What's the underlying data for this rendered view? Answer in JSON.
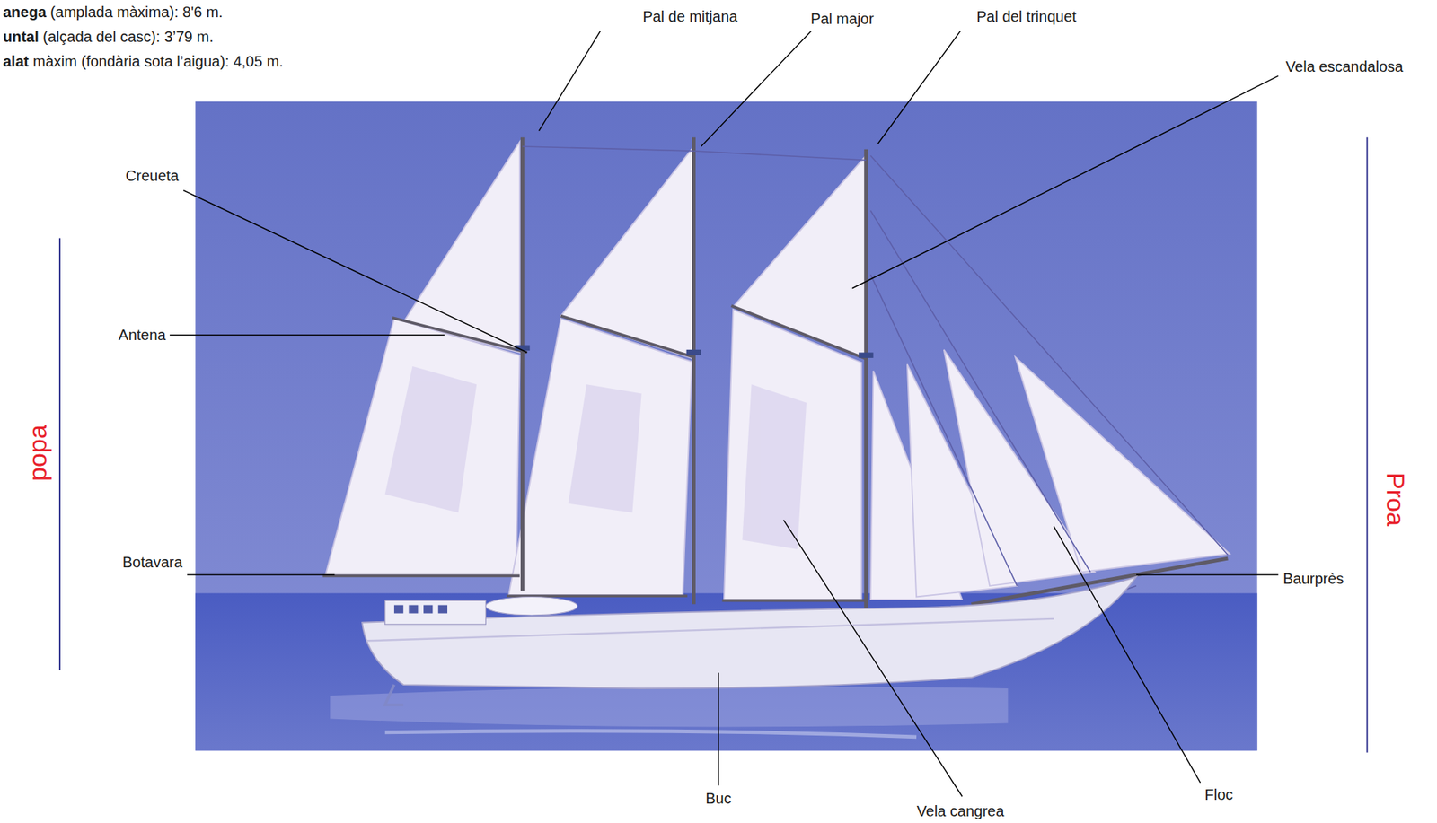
{
  "diagram": {
    "labels": [
      "anega (amplada màxima): 8'6 m.",
      "untal (alçada del casc): 3’79 m.",
      "alat màxim (fondària sota l’aigua): 4,05 m.",
      "Pal de mitjana",
      "Pal major",
      "Pal del trinquet",
      "Vela escandalosa",
      "Creueta",
      "Antena",
      "popa",
      "Botavara",
      "Proa",
      "Baurprès",
      "Buc",
      "Vela cangrea",
      "Floc"
    ]
  }
}
